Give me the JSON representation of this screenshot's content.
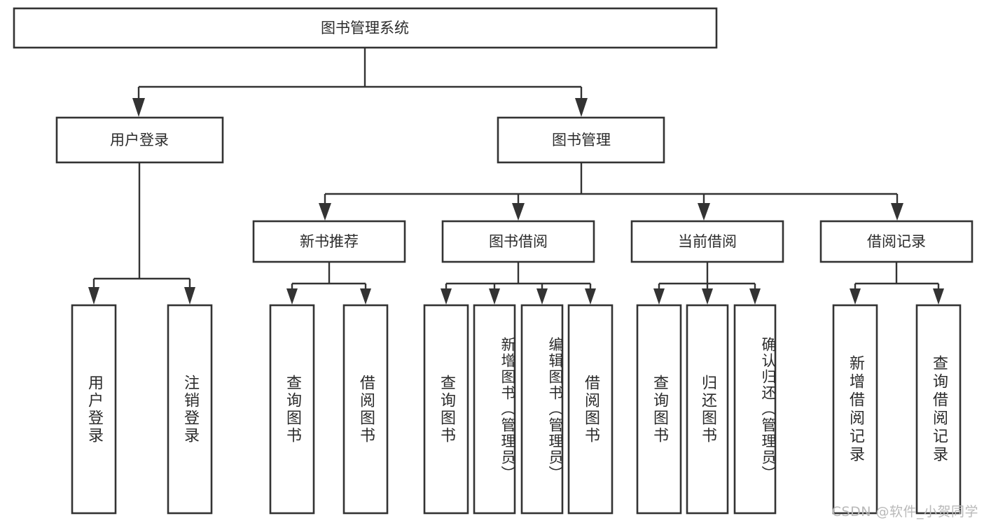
{
  "diagram": {
    "title": "图书管理系统",
    "type": "tree",
    "orientation": "top-down",
    "colors": {
      "box_stroke": "#333333",
      "box_fill": "#ffffff",
      "connector": "#333333",
      "text": "#2b2b2b",
      "background": "#ffffff",
      "watermark": "#b9b9b9"
    },
    "root": {
      "label": "图书管理系统"
    },
    "level2": [
      {
        "label": "用户登录"
      },
      {
        "label": "图书管理"
      }
    ],
    "level3": [
      {
        "label": "新书推荐"
      },
      {
        "label": "图书借阅"
      },
      {
        "label": "当前借阅"
      },
      {
        "label": "借阅记录"
      }
    ],
    "leaves": {
      "user_login": [
        {
          "label": "用户登录"
        },
        {
          "label": "注销登录"
        }
      ],
      "new_book_recommend": [
        {
          "label": "查询图书"
        },
        {
          "label": "借阅图书"
        }
      ],
      "book_borrow": [
        {
          "label": "查询图书"
        },
        {
          "label": "新增图书（管理员）"
        },
        {
          "label": "编辑图书（管理员）"
        },
        {
          "label": "借阅图书"
        }
      ],
      "current_borrow": [
        {
          "label": "查询图书"
        },
        {
          "label": "归还图书"
        },
        {
          "label": "确认归还（管理员）"
        }
      ],
      "borrow_record": [
        {
          "label": "新增借阅记录"
        },
        {
          "label": "查询借阅记录"
        }
      ]
    },
    "watermark": "CSDN @软件_小贺同学"
  }
}
